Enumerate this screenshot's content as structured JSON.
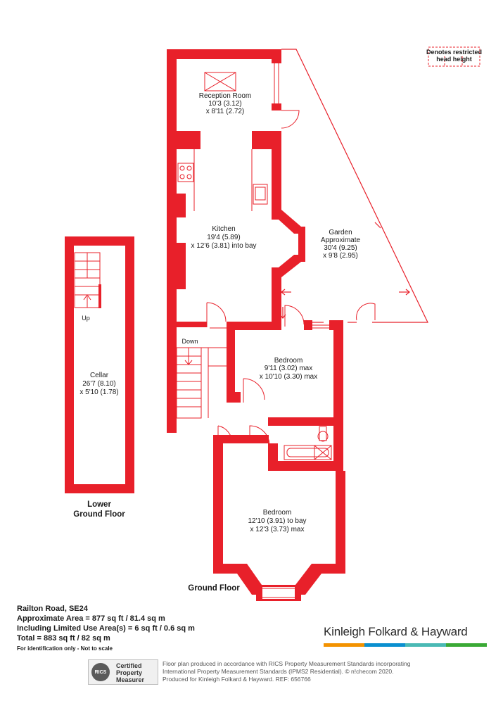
{
  "legend": {
    "restricted_line1": "Denotes restricted",
    "restricted_line2": "head height"
  },
  "rooms": {
    "reception": {
      "name": "Reception Room",
      "dim1": "10'3 (3.12)",
      "dim2": "x 8'11 (2.72)"
    },
    "kitchen": {
      "name": "Kitchen",
      "dim1": "19'4 (5.89)",
      "dim2": "x 12'6 (3.81) into bay"
    },
    "garden": {
      "name": "Garden",
      "line2": "Approximate",
      "dim1": "30'4 (9.25)",
      "dim2": "x 9'8 (2.95)"
    },
    "bedroom1": {
      "name": "Bedroom",
      "dim1": "9'11 (3.02) max",
      "dim2": "x 10'10 (3.30) max"
    },
    "bedroom2": {
      "name": "Bedroom",
      "dim1": "12'10 (3.91) to bay",
      "dim2": "x 12'3 (3.73) max"
    },
    "cellar": {
      "name": "Cellar",
      "dim1": "26'7 (8.10)",
      "dim2": "x 5'10 (1.78)"
    }
  },
  "stairs": {
    "up": "Up",
    "down": "Down"
  },
  "floors": {
    "lower_line1": "Lower",
    "lower_line2": "Ground Floor",
    "ground": "Ground Floor"
  },
  "info": {
    "address": "Railton Road, SE24",
    "approx_area": "Approximate Area = 877 sq ft / 81.4 sq m",
    "limited_use": "Including Limited Use Area(s) = 6 sq ft / 0.6 sq m",
    "total": "Total = 883 sq ft / 82 sq m",
    "note": "For identification only - Not to scale"
  },
  "brand": {
    "name": "Kinleigh Folkard & Hayward",
    "colors": [
      "#f39200",
      "#0a8fcf",
      "#4ab9b4",
      "#3aa935"
    ]
  },
  "rics": {
    "logo": "RICS",
    "line1": "Certified",
    "line2": "Property",
    "line3": "Measurer"
  },
  "disclaimer": {
    "line1": "Floor plan produced in accordance with RICS Property Measurement Standards incorporating",
    "line2": "International Property Measurement Standards (IPMS2 Residential).  © n!checom 2020.",
    "line3": "Produced for Kinleigh Folkard & Hayward.   REF: 656766"
  },
  "colors": {
    "wall": "#e8202a",
    "text": "#1a1a1a"
  }
}
